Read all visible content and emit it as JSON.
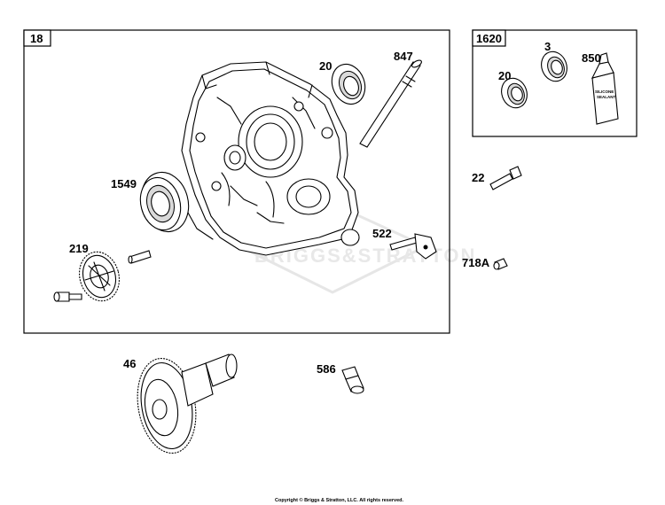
{
  "boxes": {
    "main": {
      "label": "18"
    },
    "kit": {
      "label": "1620"
    }
  },
  "callouts": {
    "p20a": "20",
    "p847": "847",
    "p1549": "1549",
    "p219": "219",
    "p522": "522",
    "p3": "3",
    "p20b": "20",
    "p850": "850",
    "p22": "22",
    "p718a": "718A",
    "p46": "46",
    "p586": "586"
  },
  "sealant_tube": {
    "line1": "SILICONE",
    "line2": "SEALANT"
  },
  "watermark": {
    "text": "BRIGGS&STRATTON"
  },
  "copyright": "Copyright © Briggs & Stratton, LLC. All rights reserved."
}
